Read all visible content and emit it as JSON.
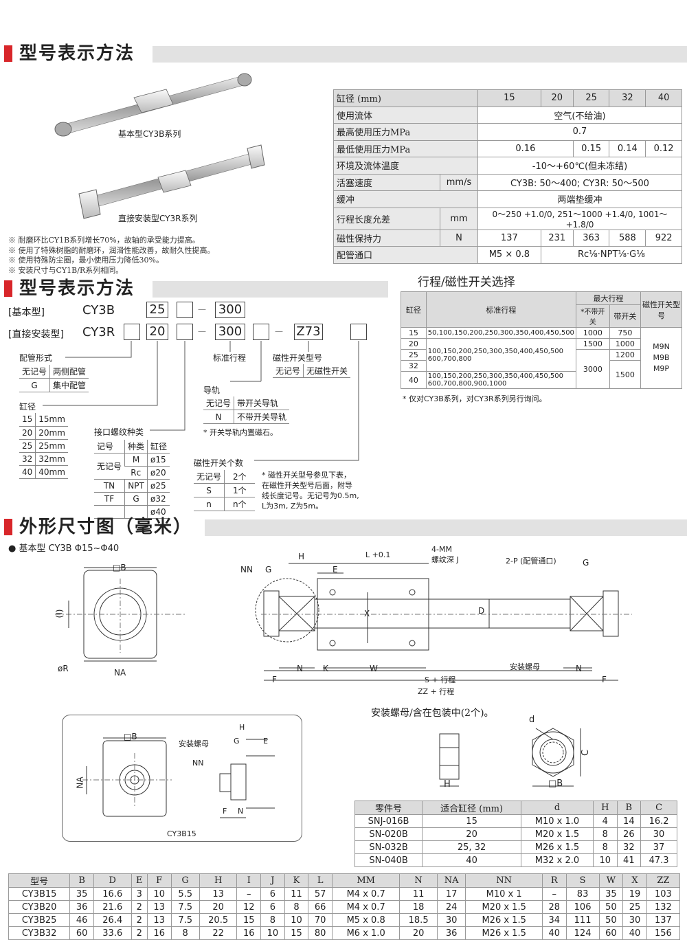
{
  "sections": {
    "s1": "型号表示方法",
    "s2": "型号表示方法",
    "s3": "外形尺寸图（毫米）"
  },
  "product": {
    "cap_basic": "基本型CY3B系列",
    "cap_direct": "直接安装型CY3R系列",
    "notes": [
      "※ 耐磨环比CY1B系列增长70%，故轴的承受能力提高。",
      "※ 使用了特殊树脂的耐磨环，润滑性能改善，故耐久性提高。",
      "※ 使用特殊防尘圈，最小使用压力降低30%。",
      "※ 安装尺寸与CY1B/R系列相同。"
    ]
  },
  "spec": {
    "r0": [
      "缸径 (mm)",
      "15",
      "20",
      "25",
      "32",
      "40"
    ],
    "r1": [
      "使用流体",
      "空气(不给油)"
    ],
    "r2": [
      "最高使用压力MPa",
      "0.7"
    ],
    "r3": [
      "最低使用压力MPa",
      "0.16",
      "0.15",
      "0.14",
      "0.12"
    ],
    "r4": [
      "环境及流体温度",
      "-10～+60℃(但未冻结)"
    ],
    "r5": [
      "活塞速度",
      "mm/s",
      "CY3B: 50～400; CY3R: 50～500"
    ],
    "r6": [
      "缓冲",
      "两端垫缓冲"
    ],
    "r7": [
      "行程长度允差",
      "mm",
      "0～250 +1.0/0, 251～1000 +1.4/0, 1001～ +1.8/0"
    ],
    "r8": [
      "磁性保持力",
      "N",
      "137",
      "231",
      "363",
      "588",
      "922"
    ],
    "r9": [
      "配管通口",
      "M5 × 0.8",
      "Rc⅛·NPT⅛·G⅛"
    ]
  },
  "stroke": {
    "title": "行程/磁性开关选择",
    "h_bore": "缸径",
    "h_std": "标准行程",
    "h_max": "最大行程",
    "h_noswitch": "*不带开关",
    "h_switch": "带开关",
    "h_mag": "磁性开关型号",
    "bores": [
      "15",
      "20",
      "25",
      "32",
      "40"
    ],
    "std1": "50,100,150,200,250,300,350,400,450,500",
    "std2a": "100,150,200,250,300,350,400,450,500",
    "std2b": "600,700,800",
    "std3a": "100,150,200,250,300,350,400,450,500",
    "std3b": "600,700,800,900,1000",
    "max_no": [
      "1000",
      "1500",
      "3000"
    ],
    "max_sw": [
      "750",
      "1000",
      "1200",
      "1500"
    ],
    "mag": [
      "M9N",
      "M9B",
      "M9P"
    ],
    "note": "* 仅对CY3B系列，对CY3R系列另行询问。"
  },
  "model": {
    "basic_label": "[基本型]",
    "direct_label": "[直接安装型]",
    "b_series": "CY3B",
    "r_series": "CY3R",
    "b_bore": "25",
    "b_stroke": "300",
    "r_bore": "20",
    "r_stroke": "300",
    "r_switch": "Z73",
    "dash": "—",
    "pipe_title": "配管形式",
    "pipe": [
      [
        "无记号",
        "两侧配管"
      ],
      [
        "G",
        "集中配管"
      ]
    ],
    "bore_title": "缸径",
    "bore_rows": [
      [
        "15",
        "15mm"
      ],
      [
        "20",
        "20mm"
      ],
      [
        "25",
        "25mm"
      ],
      [
        "32",
        "32mm"
      ],
      [
        "40",
        "40mm"
      ]
    ],
    "thread_title": "接口螺纹种类",
    "thread_hd": [
      "记号",
      "种类",
      "缸径"
    ],
    "thread_none": "无记号",
    "thread_rows": [
      [
        "M",
        "ø15"
      ],
      [
        "Rc",
        "ø20"
      ],
      [
        "NPT",
        "ø25"
      ],
      [
        "G",
        "ø32"
      ]
    ],
    "thread_tn": "TN",
    "thread_tf": "TF",
    "thread_d40": "ø40",
    "std_stroke": "标准行程",
    "switch_title": "磁性开关型号",
    "switch_row": [
      "无记号",
      "无磁性开关"
    ],
    "rail_title": "导轨",
    "rail_rows": [
      [
        "无记号",
        "带开关导轨"
      ],
      [
        "N",
        "不带开关导轨"
      ]
    ],
    "rail_note": "* 开关导轨内置磁石。",
    "count_title": "磁性开关个数",
    "count_rows": [
      [
        "无记号",
        "2个"
      ],
      [
        "S",
        "1个"
      ],
      [
        "n",
        "n个"
      ]
    ],
    "count_note1": "* 磁性开关型号参见下表，",
    "count_note2": "在磁性开关型号后面，附导",
    "count_note3": "线长度记号。无记号为0.5m,",
    "count_note4": "L为3m, Z为5m。"
  },
  "drawing": {
    "subtitle": "● 基本型   CY3B Φ15~Φ40",
    "lbl_b": "□B",
    "lbl_i": "(I)",
    "lbl_r": "øR",
    "lbl_na": "NA",
    "lbl_nn": "NN",
    "lbl_g": "G",
    "lbl_h": "H",
    "lbl_l": "L +0.1",
    "lbl_e": "E",
    "lbl_mm": "4-MM",
    "lbl_j": "螺纹深 J",
    "lbl_p": "2-P (配管通口)",
    "lbl_x": "X",
    "lbl_d": "D",
    "lbl_n": "N",
    "lbl_k": "K",
    "lbl_w": "W",
    "lbl_f": "F",
    "lbl_nut": "安装螺母",
    "lbl_s": "S + 行程",
    "lbl_zz": "ZZ + 行程",
    "nut_caption": "安装螺母/含在包装中(2个)。",
    "inset_name": "CY3B15",
    "lbl_c": "C",
    "lbl_dd": "d"
  },
  "nut": {
    "head": [
      "零件号",
      "适合缸径 (mm)",
      "d",
      "H",
      "B",
      "C"
    ],
    "rows": [
      [
        "SNJ-016B",
        "15",
        "M10 x 1.0",
        "4",
        "14",
        "16.2"
      ],
      [
        "SN-020B",
        "20",
        "M20 x 1.5",
        "8",
        "26",
        "30"
      ],
      [
        "SN-032B",
        "25, 32",
        "M26 x 1.5",
        "8",
        "32",
        "37"
      ],
      [
        "SN-040B",
        "40",
        "M32 x 2.0",
        "10",
        "41",
        "47.3"
      ]
    ]
  },
  "dims": {
    "head": [
      "型号",
      "B",
      "D",
      "E",
      "F",
      "G",
      "H",
      "I",
      "J",
      "K",
      "L",
      "MM",
      "N",
      "NA",
      "NN",
      "R",
      "S",
      "W",
      "X",
      "ZZ"
    ],
    "rows": [
      [
        "CY3B15",
        "35",
        "16.6",
        "3",
        "10",
        "5.5",
        "13",
        "–",
        "6",
        "11",
        "57",
        "M4 x 0.7",
        "11",
        "17",
        "M10 x 1",
        "–",
        "83",
        "35",
        "19",
        "103"
      ],
      [
        "CY3B20",
        "36",
        "21.6",
        "2",
        "13",
        "7.5",
        "20",
        "12",
        "6",
        "8",
        "66",
        "M4 x 0.7",
        "18",
        "24",
        "M20 x 1.5",
        "28",
        "106",
        "50",
        "25",
        "132"
      ],
      [
        "CY3B25",
        "46",
        "26.4",
        "2",
        "13",
        "7.5",
        "20.5",
        "15",
        "8",
        "10",
        "70",
        "M5 x 0.8",
        "18.5",
        "30",
        "M26 x 1.5",
        "34",
        "111",
        "50",
        "30",
        "137"
      ],
      [
        "CY3B32",
        "60",
        "33.6",
        "2",
        "16",
        "8",
        "22",
        "16",
        "10",
        "15",
        "80",
        "M6 x 1.0",
        "20",
        "36",
        "M26 x 1.5",
        "40",
        "124",
        "60",
        "40",
        "156"
      ]
    ]
  }
}
